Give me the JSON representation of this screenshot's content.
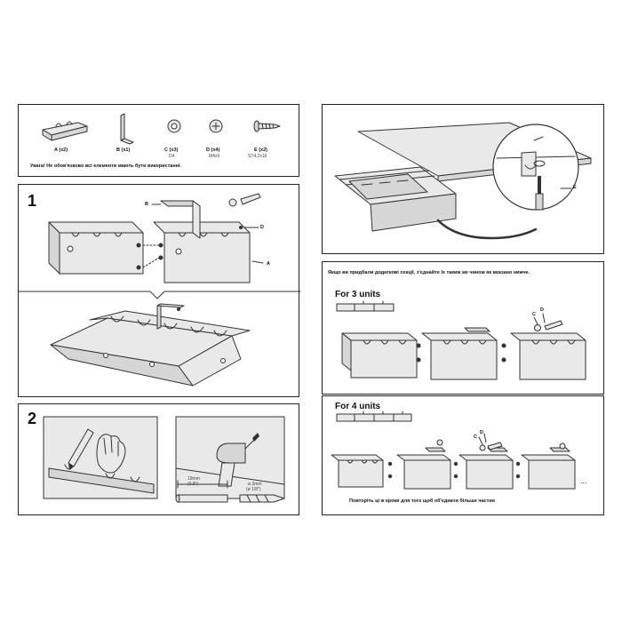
{
  "parts": [
    {
      "label": "A (x2)",
      "spec": ""
    },
    {
      "label": "B (x1)",
      "spec": ""
    },
    {
      "label": "C (x3)",
      "spec": "D4"
    },
    {
      "label": "D (x4)",
      "spec": "M4x5"
    },
    {
      "label": "E (x2)",
      "spec": "ST4,2x16"
    }
  ],
  "warning": "Увага! Не обов'язково всі елементи мають бути використанні.",
  "step1": {
    "number": "1",
    "callout_b": "B",
    "callout_d": "D",
    "callout_a": "A"
  },
  "step2": {
    "number": "2",
    "dim_length": "19mm",
    "dim_length_in": "(0.8\")",
    "dim_drill": "ø 3mm",
    "dim_drill_in": "(ø 1/8\")"
  },
  "mount": {
    "callout_e": "E"
  },
  "additional": {
    "note": "Якщо ви придбали додаткові секції, з'єднайте їх таким же чином як вказано нижче.",
    "three_units": "For 3 units",
    "three_callout_c": "C",
    "three_callout_d": "D",
    "four_units": "For 4 units",
    "four_callout_c": "C",
    "four_callout_d": "D",
    "ellipsis": "...",
    "repeat_note": "Повторіть ці ж кроки для того щоб об'єднати більше частин"
  }
}
